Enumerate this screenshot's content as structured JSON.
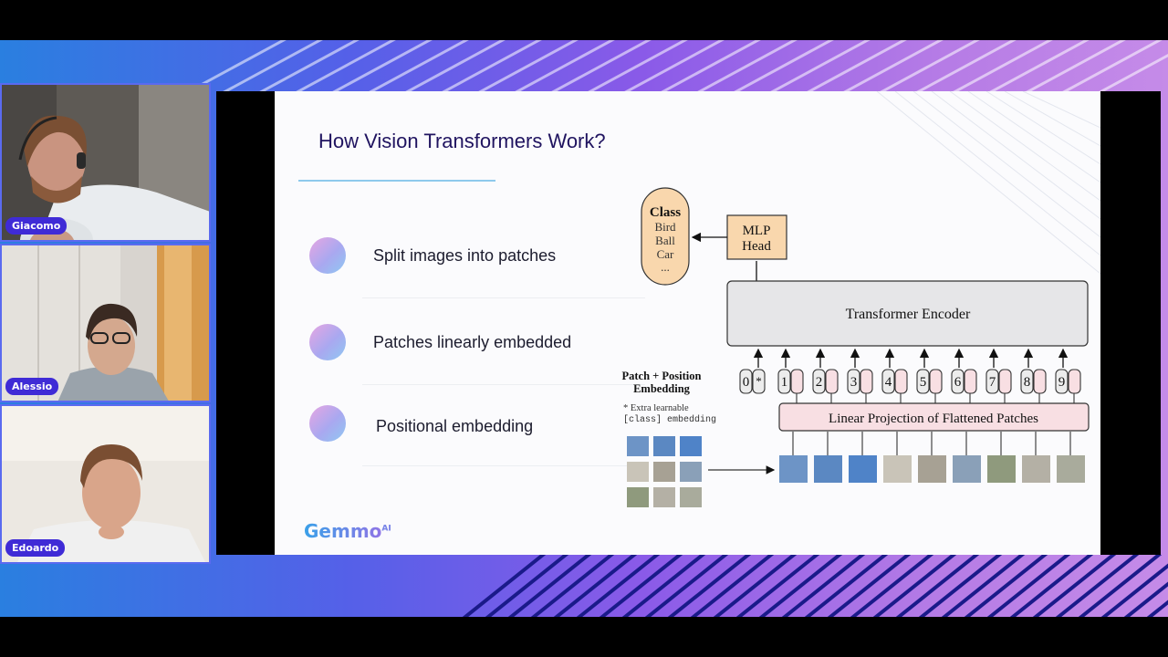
{
  "participants": [
    {
      "name": "Giacomo"
    },
    {
      "name": "Alessio"
    },
    {
      "name": "Edoardo"
    }
  ],
  "slide": {
    "title": "How Vision Transformers Work?",
    "bullets": [
      {
        "text": "Split images into patches"
      },
      {
        "text": "Patches linearly embedded"
      },
      {
        "text": "Positional embedding"
      }
    ],
    "logo": {
      "text": "Gemmo",
      "suffix": "AI"
    }
  },
  "diagram": {
    "class_box": {
      "title": "Class",
      "items": [
        "Bird",
        "Ball",
        "Car",
        "..."
      ]
    },
    "mlp_head": {
      "line1": "MLP",
      "line2": "Head"
    },
    "encoder": {
      "label": "Transformer Encoder"
    },
    "patch_position": {
      "line1": "Patch + Position",
      "line2": "Embedding"
    },
    "extra_note": {
      "line1": "* Extra learnable",
      "line2": "[class] embedding"
    },
    "tokens": [
      "0",
      "1",
      "2",
      "3",
      "4",
      "5",
      "6",
      "7",
      "8",
      "9"
    ],
    "class_token_marker": "*",
    "projection": {
      "label": "Linear Projection of Flattened Patches"
    }
  },
  "colors": {
    "accent": "#3f2bd6",
    "title_color": "#201460",
    "class_fill": "#f9d7ad",
    "encoder_fill": "#e6e6e8",
    "projection_fill": "#f8dfe3"
  }
}
